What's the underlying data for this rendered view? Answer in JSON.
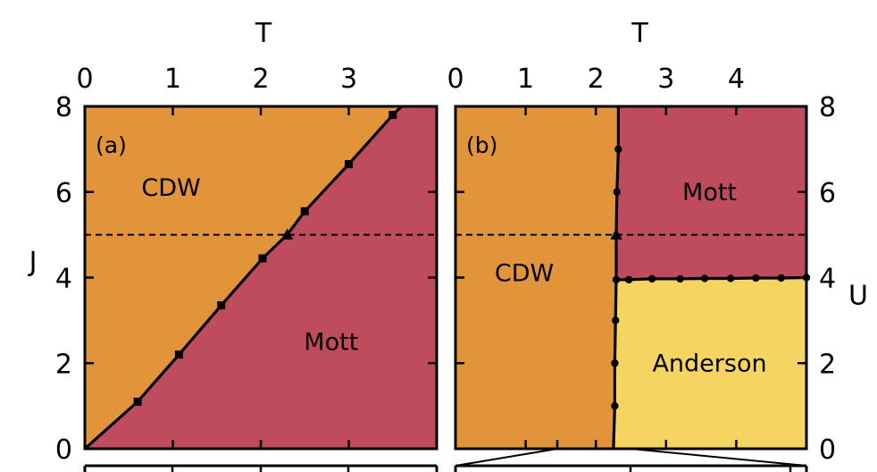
{
  "colors": {
    "cdw": "#E2943A",
    "mott": "#BE4C5C",
    "anderson": "#F6D462",
    "line": "#000000",
    "background": "#FFFFFF"
  },
  "chart_data": [
    {
      "type": "phase-diagram",
      "panel_label": "(a)",
      "xlabel": "T",
      "ylabel": "J",
      "xlim": [
        0,
        4
      ],
      "ylim": [
        0,
        8
      ],
      "x_ticks": [
        0,
        1,
        2,
        3
      ],
      "y_ticks": [
        0,
        2,
        4,
        6,
        8
      ],
      "x_axis_position": "top",
      "y_axis_position": "left",
      "dashed_line_y": 5,
      "regions": [
        {
          "label": "CDW",
          "color_key": "cdw",
          "label_at": [
            0.98,
            6.1
          ]
        },
        {
          "label": "Mott",
          "color_key": "mott",
          "label_at": [
            2.8,
            2.5
          ]
        }
      ],
      "boundary": {
        "line": [
          [
            0,
            0
          ],
          [
            0.6,
            1.1
          ],
          [
            1.07,
            2.2
          ],
          [
            1.55,
            3.35
          ],
          [
            2.02,
            4.45
          ],
          [
            2.3,
            5.0
          ],
          [
            2.5,
            5.55
          ],
          [
            3.0,
            6.65
          ],
          [
            3.5,
            7.8
          ],
          [
            3.6,
            8.0
          ]
        ],
        "markers": [
          [
            0.6,
            1.1
          ],
          [
            1.07,
            2.2
          ],
          [
            1.55,
            3.35
          ],
          [
            2.02,
            4.45
          ],
          [
            2.5,
            5.55
          ],
          [
            3.0,
            6.65
          ],
          [
            3.5,
            7.8
          ]
        ],
        "marker_shape": "square",
        "triangle_marker": [
          2.3,
          5.0
        ]
      }
    },
    {
      "type": "phase-diagram",
      "panel_label": "(b)",
      "xlabel": "T",
      "ylabel": "U",
      "xlim": [
        0,
        5
      ],
      "ylim": [
        0,
        8
      ],
      "x_ticks": [
        0,
        1,
        2,
        3,
        4
      ],
      "y_ticks": [
        0,
        2,
        4,
        6,
        8
      ],
      "x_axis_position": "top",
      "y_axis_position": "right",
      "dashed_line_y": 5,
      "regions": [
        {
          "label": "CDW",
          "color_key": "cdw",
          "label_at": [
            0.98,
            4.1
          ]
        },
        {
          "label": "Mott",
          "color_key": "mott",
          "label_at": [
            3.62,
            6.0
          ]
        },
        {
          "label": "Anderson",
          "color_key": "anderson",
          "label_at": [
            3.62,
            2.0
          ]
        }
      ],
      "vertical_boundary": {
        "line": [
          [
            2.25,
            0
          ],
          [
            2.27,
            1.0
          ],
          [
            2.27,
            2.0
          ],
          [
            2.28,
            3.0
          ],
          [
            2.29,
            3.95
          ],
          [
            2.29,
            5.0
          ],
          [
            2.3,
            6.0
          ],
          [
            2.32,
            7.0
          ],
          [
            2.32,
            8.0
          ]
        ],
        "markers": [
          [
            2.27,
            1.0
          ],
          [
            2.27,
            2.0
          ],
          [
            2.28,
            3.0
          ],
          [
            2.29,
            3.95
          ],
          [
            2.3,
            6.0
          ],
          [
            2.32,
            7.0
          ]
        ],
        "marker_shape": "circle",
        "triangle_marker": [
          2.29,
          5.0
        ]
      },
      "horizontal_boundary": {
        "line": [
          [
            2.29,
            3.95
          ],
          [
            2.47,
            3.95
          ],
          [
            2.8,
            3.97
          ],
          [
            3.2,
            3.97
          ],
          [
            3.55,
            3.98
          ],
          [
            3.92,
            3.98
          ],
          [
            4.28,
            3.99
          ],
          [
            4.64,
            3.99
          ],
          [
            5.0,
            4.0
          ]
        ],
        "markers": [
          [
            2.47,
            3.95
          ],
          [
            2.8,
            3.97
          ],
          [
            3.2,
            3.97
          ],
          [
            3.55,
            3.98
          ],
          [
            3.92,
            3.98
          ],
          [
            4.28,
            3.99
          ],
          [
            4.64,
            3.99
          ],
          [
            5.0,
            4.0
          ]
        ],
        "marker_shape": "circle"
      }
    }
  ]
}
